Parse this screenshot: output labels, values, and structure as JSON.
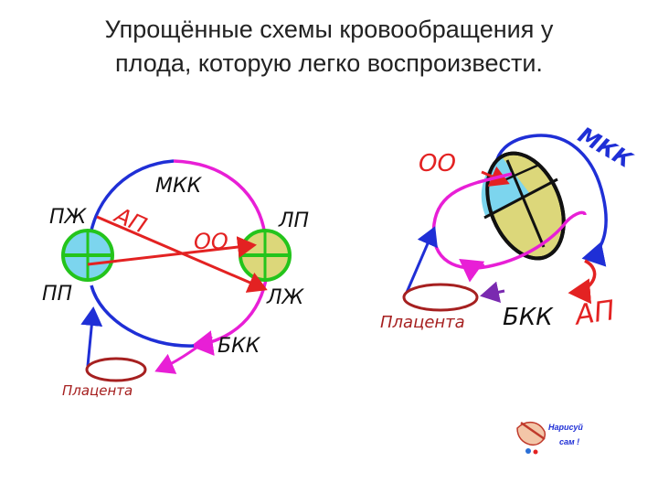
{
  "title": {
    "line1": "Упрощённые схемы кровообращения у",
    "line2": "плода, которую легко воспроизвести."
  },
  "left_diagram": {
    "mkk": "МКК",
    "pzh": "ПЖ",
    "ap": "АП",
    "oo": "ОО",
    "lp": "ЛП",
    "pp": "ПП",
    "lzh": "ЛЖ",
    "bkk": "БКК",
    "placenta": "Плацента"
  },
  "right_diagram": {
    "oo": "ОО",
    "mkk": "МКК",
    "placenta": "Плацента",
    "bkk": "БКК",
    "ap": "АП"
  },
  "logo": {
    "line1": "Нарисуй",
    "line2": "сам !"
  },
  "colors": {
    "blue": "#1f2fd6",
    "red": "#e32222",
    "magenta": "#e81fd6",
    "green": "#24c41c",
    "heart_fill": "#7cd5ee",
    "oval_fill": "#dcd77a"
  }
}
